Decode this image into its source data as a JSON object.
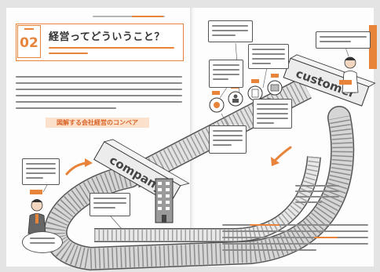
{
  "unit": {
    "number": "02",
    "title": "経営ってどういうこと？"
  },
  "diagram": {
    "subtitle": "図解する会社経営のコンベア",
    "company_label": "company",
    "customer_label": "customer"
  },
  "icons": {
    "building": "office-building-icon",
    "left_person": "person-icon",
    "right_person": "person-icon",
    "belt_items": [
      "coin-icon",
      "person-icon",
      "document-icon",
      "box-icon"
    ]
  },
  "colors": {
    "accent": "#e8833a",
    "pill_background": "#fbe1cc",
    "belt": "#cfcfcf"
  }
}
